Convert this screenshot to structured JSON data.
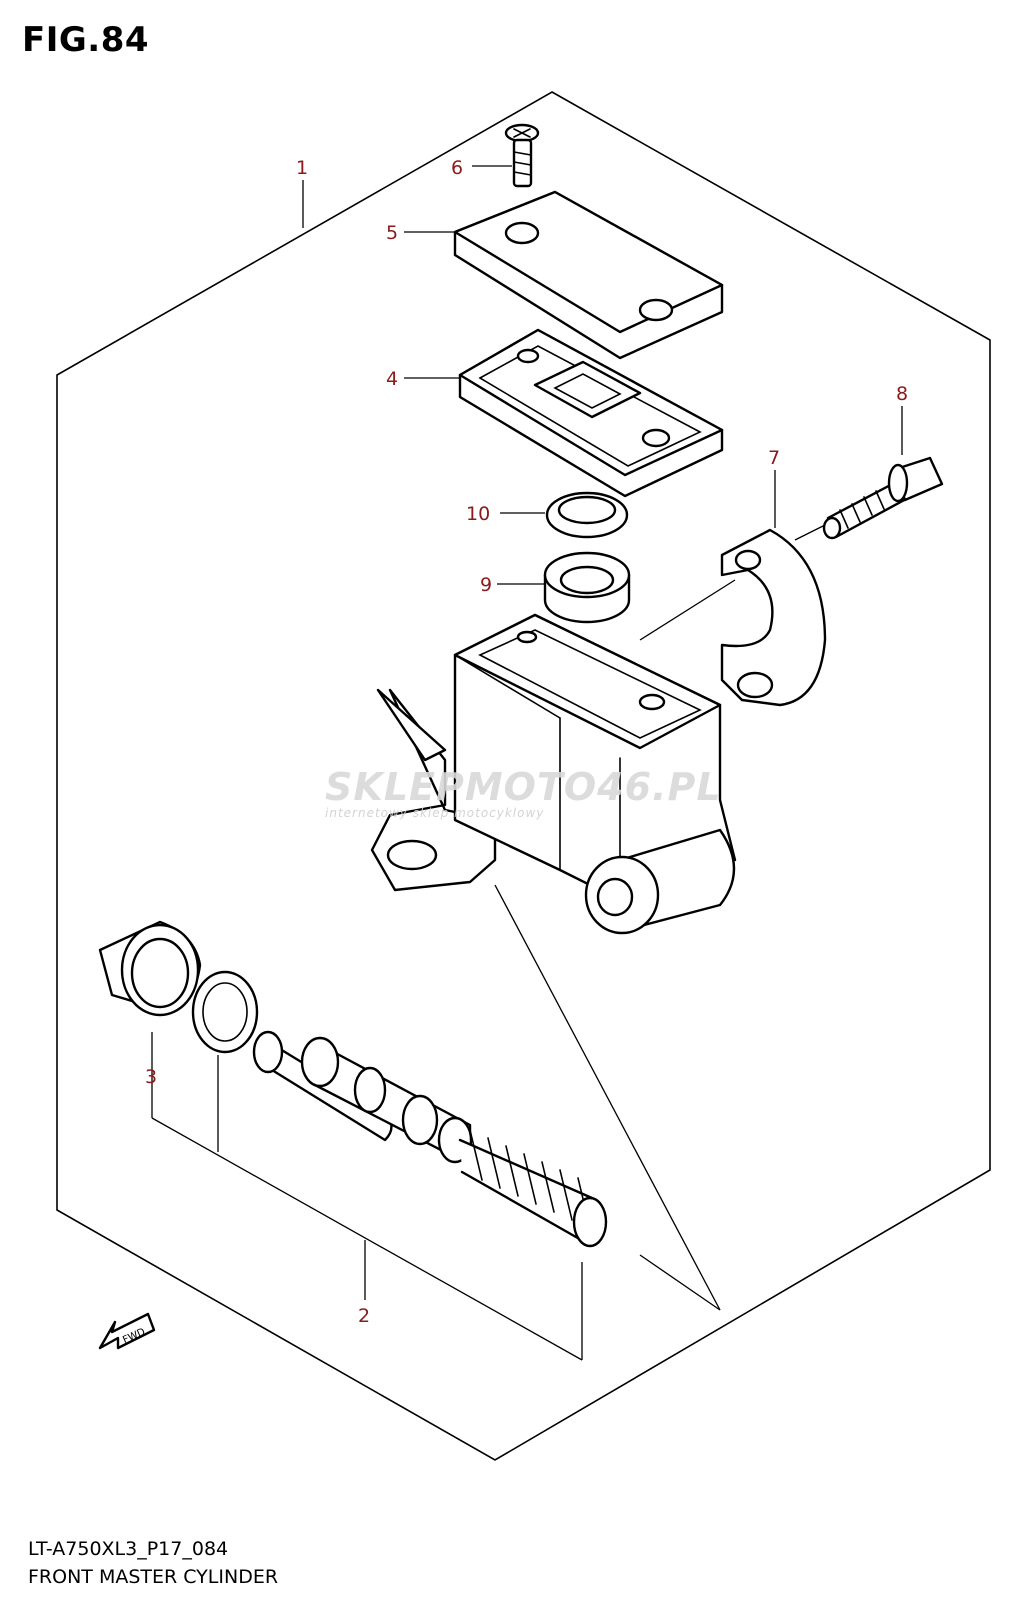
{
  "figure_title": "FIG.84",
  "callouts": [
    {
      "id": "1",
      "label": "1"
    },
    {
      "id": "2",
      "label": "2"
    },
    {
      "id": "3",
      "label": "3"
    },
    {
      "id": "4",
      "label": "4"
    },
    {
      "id": "5",
      "label": "5"
    },
    {
      "id": "6",
      "label": "6"
    },
    {
      "id": "7",
      "label": "7"
    },
    {
      "id": "8",
      "label": "8"
    },
    {
      "id": "9",
      "label": "9"
    },
    {
      "id": "10",
      "label": "10"
    }
  ],
  "fwd_label": "FWD",
  "watermark": {
    "main": "SKLEPMOTO46.PL",
    "sub": "internetowy sklep motocyklowy",
    "color": "#d9d9d9"
  },
  "footer": {
    "model_code": "LT-A750XL3_P17_084",
    "part_name": "FRONT MASTER CYLINDER"
  },
  "colors": {
    "callout": "#8b1a1a",
    "line": "#000000",
    "background": "#ffffff"
  }
}
